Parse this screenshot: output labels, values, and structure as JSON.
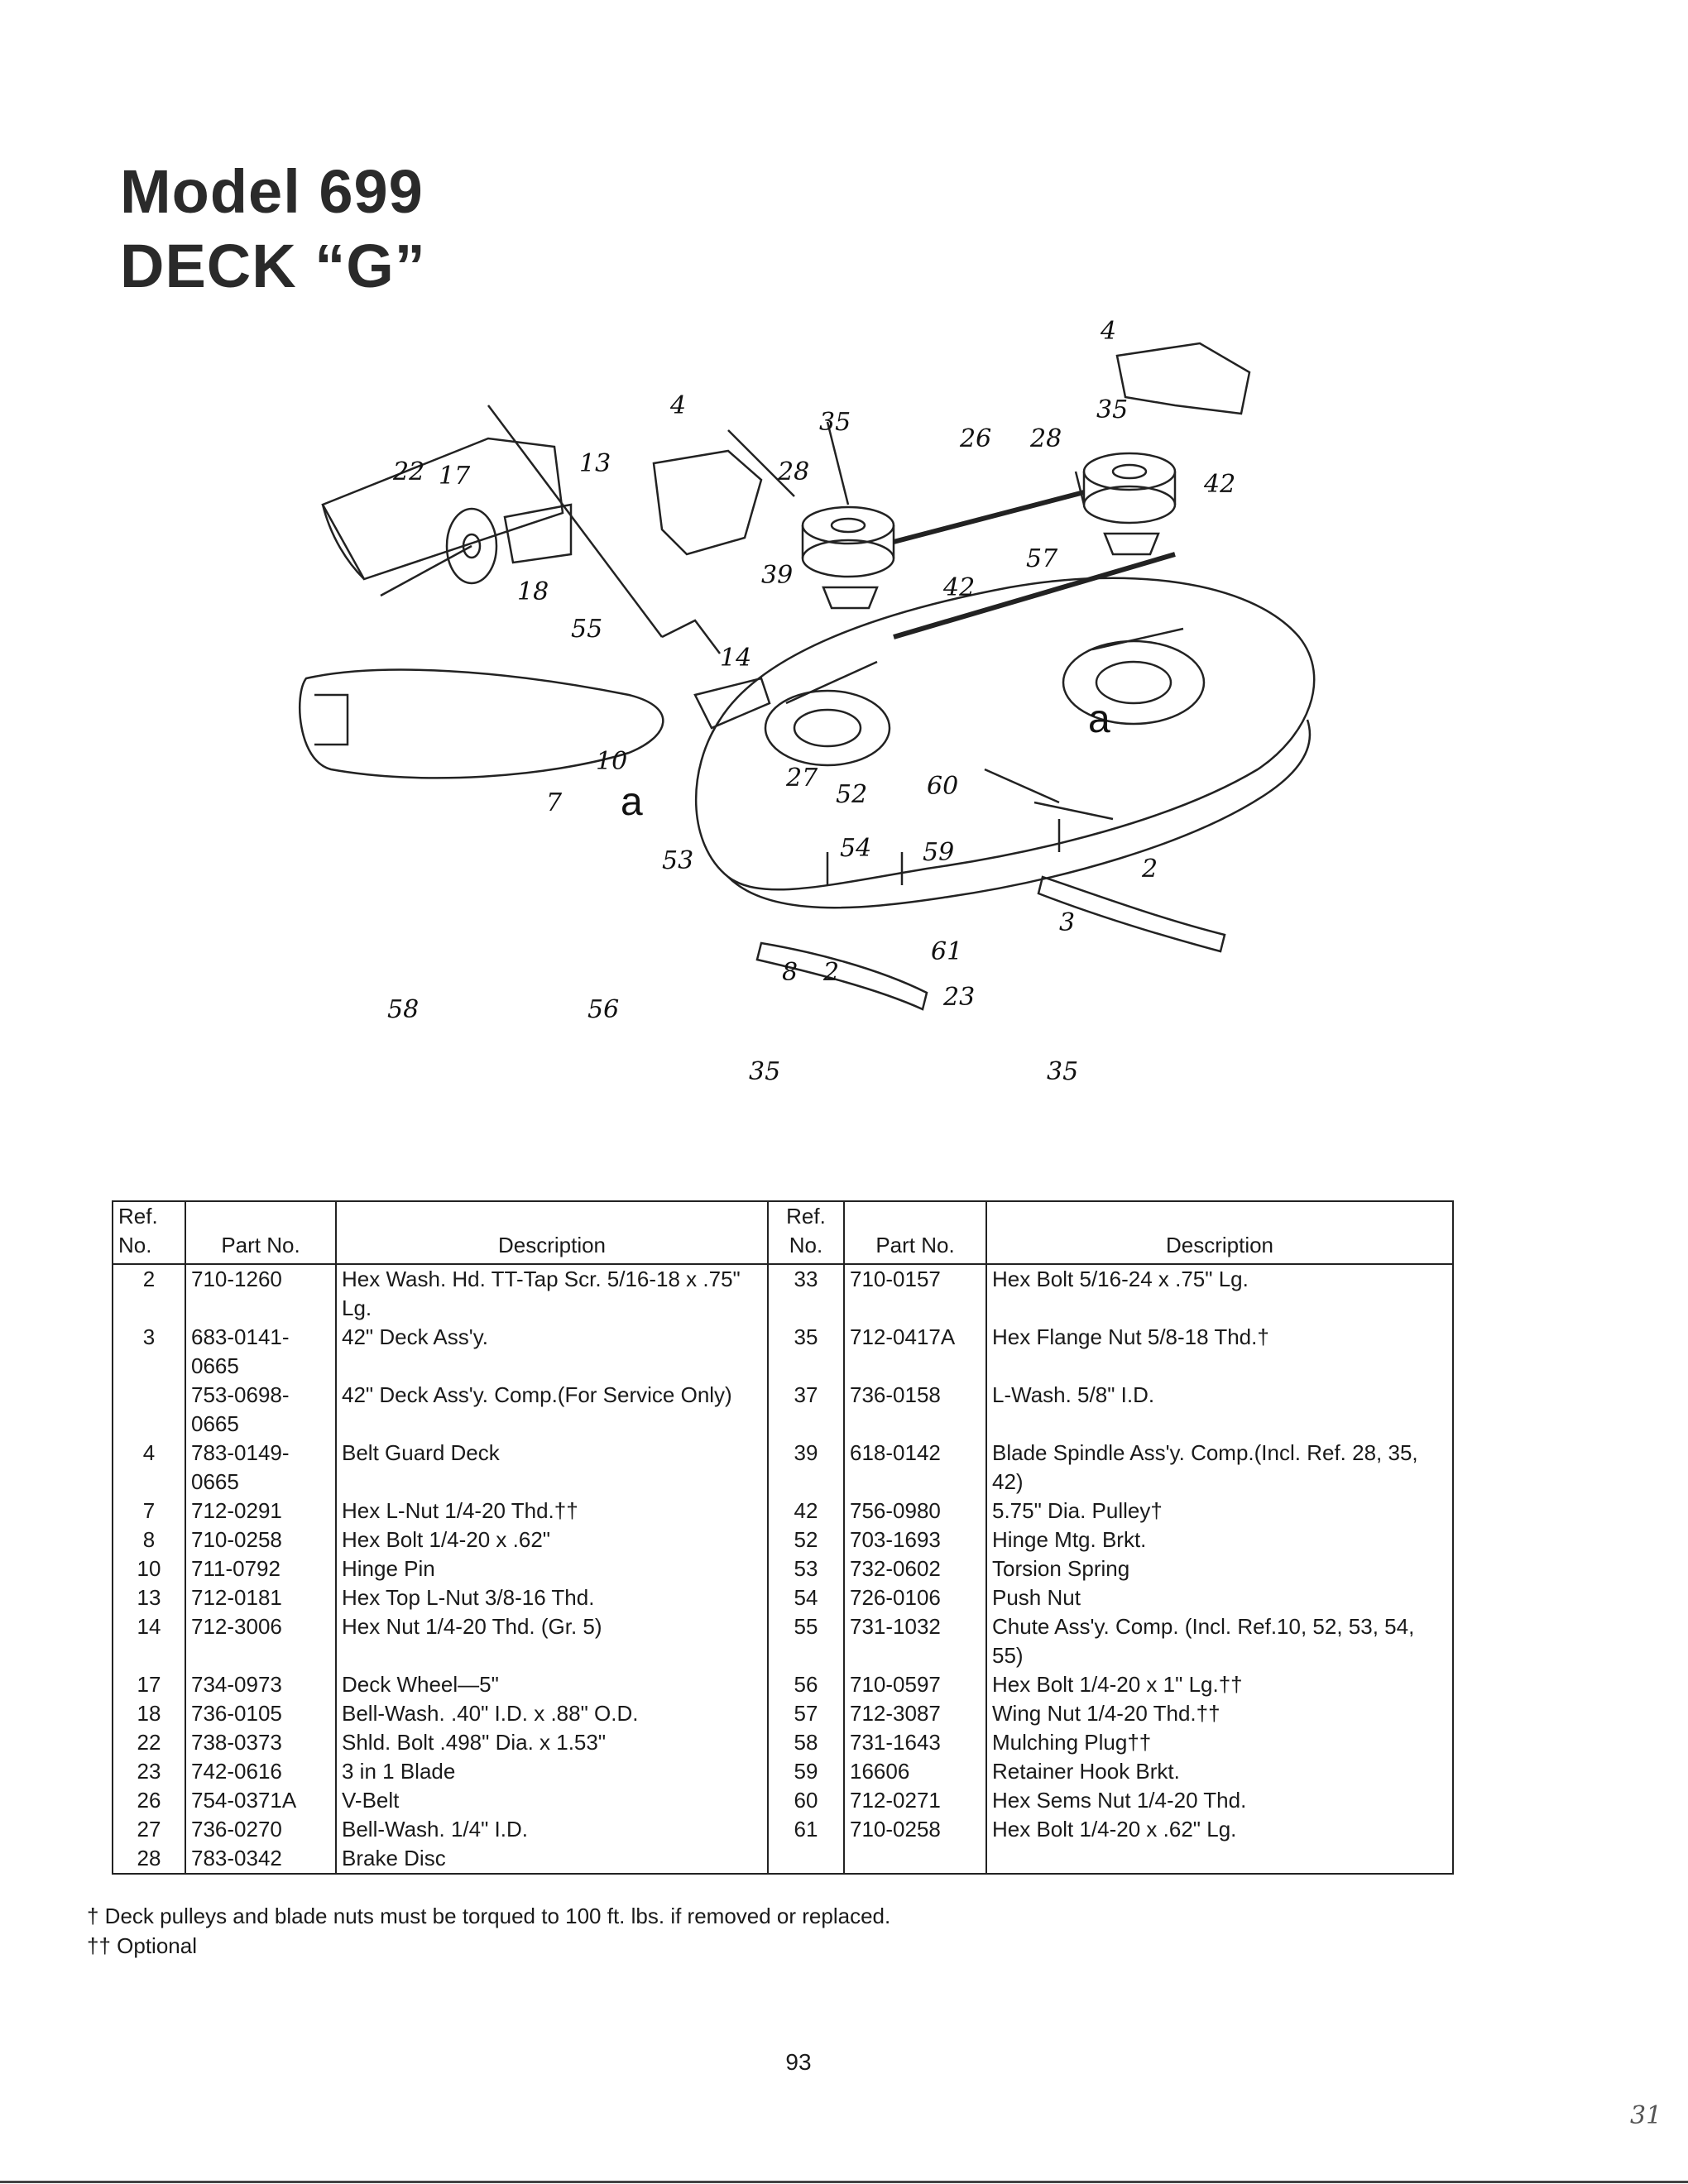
{
  "heading": {
    "line1": "Model 699",
    "line2": "DECK “G”"
  },
  "diagram": {
    "callouts": [
      "4",
      "4",
      "35",
      "35",
      "26",
      "28",
      "28",
      "42",
      "42",
      "22",
      "17",
      "13",
      "18",
      "39",
      "57",
      "55",
      "14",
      "10",
      "27",
      "52",
      "60",
      "7",
      "54",
      "59",
      "53",
      "2",
      "3",
      "8",
      "2",
      "61",
      "23",
      "58",
      "56",
      "35",
      "35"
    ],
    "letters": [
      "a",
      "a"
    ]
  },
  "table": {
    "headers": {
      "ref": "Ref. No.",
      "part": "Part No.",
      "desc": "Description"
    },
    "rows": [
      {
        "l_ref": "2",
        "l_part": "710-1260",
        "l_desc": "Hex Wash. Hd. TT-Tap Scr. 5/16-18 x .75\" Lg.",
        "r_ref": "33",
        "r_part": "710-0157",
        "r_desc": "Hex Bolt 5/16-24 x .75\" Lg."
      },
      {
        "l_ref": "3",
        "l_part": "683-0141- 0665",
        "l_desc": "42\" Deck Ass'y.",
        "r_ref": "35",
        "r_part": "712-0417A",
        "r_desc": "Hex Flange Nut 5/8-18 Thd.†"
      },
      {
        "l_ref": "",
        "l_part": "753-0698- 0665",
        "l_desc": "42\" Deck Ass'y. Comp.(For Service Only)",
        "r_ref": "37",
        "r_part": "736-0158",
        "r_desc": "L-Wash. 5/8\" I.D."
      },
      {
        "l_ref": "4",
        "l_part": "783-0149- 0665",
        "l_desc": "Belt Guard Deck",
        "r_ref": "39",
        "r_part": "618-0142",
        "r_desc": "Blade Spindle Ass'y. Comp.(Incl. Ref. 28, 35, 42)"
      },
      {
        "l_ref": "7",
        "l_part": "712-0291",
        "l_desc": "Hex L-Nut 1/4-20 Thd.††",
        "r_ref": "42",
        "r_part": "756-0980",
        "r_desc": "5.75\" Dia. Pulley†"
      },
      {
        "l_ref": "8",
        "l_part": "710-0258",
        "l_desc": "Hex Bolt 1/4-20 x .62\"",
        "r_ref": "52",
        "r_part": "703-1693",
        "r_desc": "Hinge Mtg. Brkt."
      },
      {
        "l_ref": "10",
        "l_part": "711-0792",
        "l_desc": "Hinge Pin",
        "r_ref": "53",
        "r_part": "732-0602",
        "r_desc": "Torsion Spring"
      },
      {
        "l_ref": "13",
        "l_part": "712-0181",
        "l_desc": "Hex Top L-Nut 3/8-16 Thd.",
        "r_ref": "54",
        "r_part": "726-0106",
        "r_desc": "Push Nut"
      },
      {
        "l_ref": "14",
        "l_part": "712-3006",
        "l_desc": "Hex Nut 1/4-20 Thd. (Gr. 5)",
        "r_ref": "55",
        "r_part": "731-1032",
        "r_desc": "Chute Ass'y. Comp. (Incl. Ref.10, 52, 53, 54, 55)"
      },
      {
        "l_ref": "17",
        "l_part": "734-0973",
        "l_desc": "Deck Wheel—5\"",
        "r_ref": "56",
        "r_part": "710-0597",
        "r_desc": "Hex Bolt 1/4-20 x 1\" Lg.††"
      },
      {
        "l_ref": "18",
        "l_part": "736-0105",
        "l_desc": "Bell-Wash. .40\" I.D. x .88\" O.D.",
        "r_ref": "57",
        "r_part": "712-3087",
        "r_desc": "Wing Nut 1/4-20 Thd.††"
      },
      {
        "l_ref": "22",
        "l_part": "738-0373",
        "l_desc": "Shld. Bolt .498\" Dia. x 1.53\"",
        "r_ref": "58",
        "r_part": "731-1643",
        "r_desc": "Mulching Plug††"
      },
      {
        "l_ref": "23",
        "l_part": "742-0616",
        "l_desc": "3 in 1 Blade",
        "r_ref": "59",
        "r_part": "16606",
        "r_desc": "Retainer Hook Brkt."
      },
      {
        "l_ref": "26",
        "l_part": "754-0371A",
        "l_desc": "V-Belt",
        "r_ref": "60",
        "r_part": "712-0271",
        "r_desc": "Hex Sems Nut 1/4-20 Thd."
      },
      {
        "l_ref": "27",
        "l_part": "736-0270",
        "l_desc": "Bell-Wash. 1/4\" I.D.",
        "r_ref": "61",
        "r_part": "710-0258",
        "r_desc": "Hex Bolt 1/4-20 x .62\" Lg."
      },
      {
        "l_ref": "28",
        "l_part": "783-0342",
        "l_desc": "Brake Disc",
        "r_ref": "",
        "r_part": "",
        "r_desc": ""
      }
    ]
  },
  "notes": {
    "n1": "† Deck pulleys and blade nuts must be torqued to 100 ft. lbs. if removed or replaced.",
    "n2": "†† Optional"
  },
  "page_number": "93",
  "margin_mark": "31"
}
